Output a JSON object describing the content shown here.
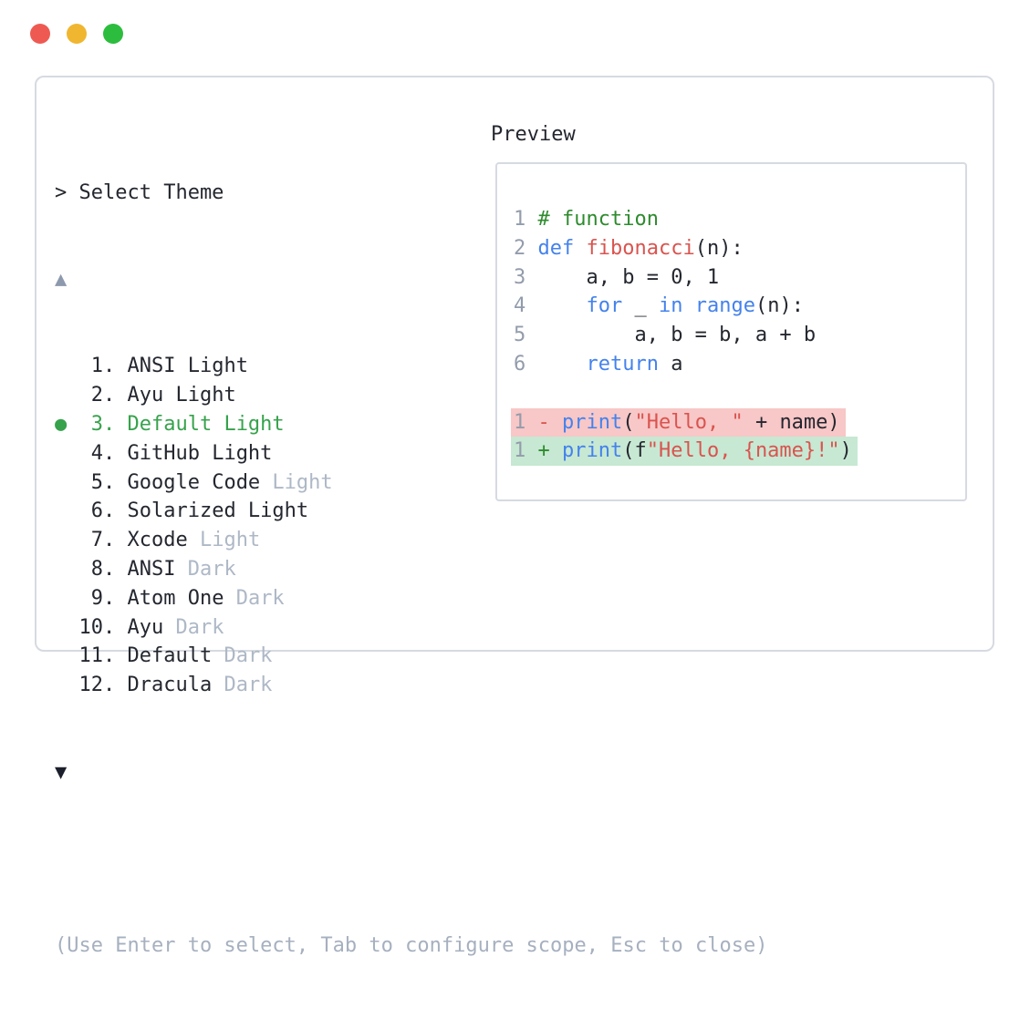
{
  "window": {
    "traffic_lights": [
      {
        "name": "close-button",
        "color": "#ee5a52"
      },
      {
        "name": "minimize-button",
        "color": "#f0b62f"
      },
      {
        "name": "maximize-button",
        "color": "#2dbd3e"
      }
    ]
  },
  "colors": {
    "border": "#d6dae1",
    "text": "#24272f",
    "muted": "#aeb8c6",
    "selected": "#37a24c",
    "scroll_up": "#8d99ad",
    "scroll_down": "#1b1e2b",
    "help": "#a6b0bf",
    "line_number": "#939cab",
    "plain": "#24272f",
    "comment": "#2e8b2e",
    "keyword": "#4482ec",
    "name": "#d9544f",
    "string": "#d9544f",
    "removed_sign": "#d9544f",
    "added_sign": "#2e8b2e",
    "removed_bg": "#f8c7c7",
    "added_bg": "#c7e8d3"
  },
  "theme_picker": {
    "prompt": "> Select Theme",
    "scroll_up_icon": "▲",
    "scroll_down_icon": "▼",
    "bullet_icon": "●",
    "items": [
      {
        "number": "1.",
        "name": "ANSI Light",
        "suffix": "",
        "selected": false
      },
      {
        "number": "2.",
        "name": "Ayu Light",
        "suffix": "",
        "selected": false
      },
      {
        "number": "3.",
        "name": "Default Light",
        "suffix": "",
        "selected": true
      },
      {
        "number": "4.",
        "name": "GitHub Light",
        "suffix": "",
        "selected": false
      },
      {
        "number": "5.",
        "name": "Google Code",
        "suffix": "Light",
        "selected": false
      },
      {
        "number": "6.",
        "name": "Solarized Light",
        "suffix": "",
        "selected": false
      },
      {
        "number": "7.",
        "name": "Xcode",
        "suffix": "Light",
        "selected": false
      },
      {
        "number": "8.",
        "name": "ANSI",
        "suffix": "Dark",
        "selected": false
      },
      {
        "number": "9.",
        "name": "Atom One",
        "suffix": "Dark",
        "selected": false
      },
      {
        "number": "10.",
        "name": "Ayu",
        "suffix": "Dark",
        "selected": false
      },
      {
        "number": "11.",
        "name": "Default",
        "suffix": "Dark",
        "selected": false
      },
      {
        "number": "12.",
        "name": "Dracula",
        "suffix": "Dark",
        "selected": false
      }
    ],
    "help_text": "(Use Enter to select, Tab to configure scope, Esc to close)"
  },
  "preview": {
    "title": "Preview",
    "code_lines": [
      {
        "num": "1",
        "diff": null,
        "tokens": [
          {
            "t": "# function",
            "c": "comment"
          }
        ]
      },
      {
        "num": "2",
        "diff": null,
        "tokens": [
          {
            "t": "def",
            "c": "keyword"
          },
          {
            "t": " ",
            "c": "plain"
          },
          {
            "t": "fibonacci",
            "c": "name"
          },
          {
            "t": "(n):",
            "c": "plain"
          }
        ]
      },
      {
        "num": "3",
        "diff": null,
        "tokens": [
          {
            "t": "    a, b = 0, 1",
            "c": "plain"
          }
        ]
      },
      {
        "num": "4",
        "diff": null,
        "tokens": [
          {
            "t": "    ",
            "c": "plain"
          },
          {
            "t": "for",
            "c": "keyword"
          },
          {
            "t": " _ ",
            "c": "plain"
          },
          {
            "t": "in",
            "c": "keyword"
          },
          {
            "t": " ",
            "c": "plain"
          },
          {
            "t": "range",
            "c": "keyword"
          },
          {
            "t": "(n):",
            "c": "plain"
          }
        ]
      },
      {
        "num": "5",
        "diff": null,
        "tokens": [
          {
            "t": "        a, b = b, a + b",
            "c": "plain"
          }
        ]
      },
      {
        "num": "6",
        "diff": null,
        "tokens": [
          {
            "t": "    ",
            "c": "plain"
          },
          {
            "t": "return",
            "c": "keyword"
          },
          {
            "t": " a",
            "c": "plain"
          }
        ]
      },
      {
        "num": "",
        "diff": null,
        "tokens": []
      },
      {
        "num": "1",
        "diff": "removed",
        "tokens": [
          {
            "t": "- ",
            "c": "removed_sign"
          },
          {
            "t": "print",
            "c": "keyword"
          },
          {
            "t": "(",
            "c": "plain"
          },
          {
            "t": "\"Hello, \"",
            "c": "string"
          },
          {
            "t": " + name)",
            "c": "plain"
          }
        ]
      },
      {
        "num": "1",
        "diff": "added",
        "tokens": [
          {
            "t": "+ ",
            "c": "added_sign"
          },
          {
            "t": "print",
            "c": "keyword"
          },
          {
            "t": "(f",
            "c": "plain"
          },
          {
            "t": "\"Hello, {name}!\"",
            "c": "string"
          },
          {
            "t": ")",
            "c": "plain"
          }
        ]
      }
    ]
  }
}
